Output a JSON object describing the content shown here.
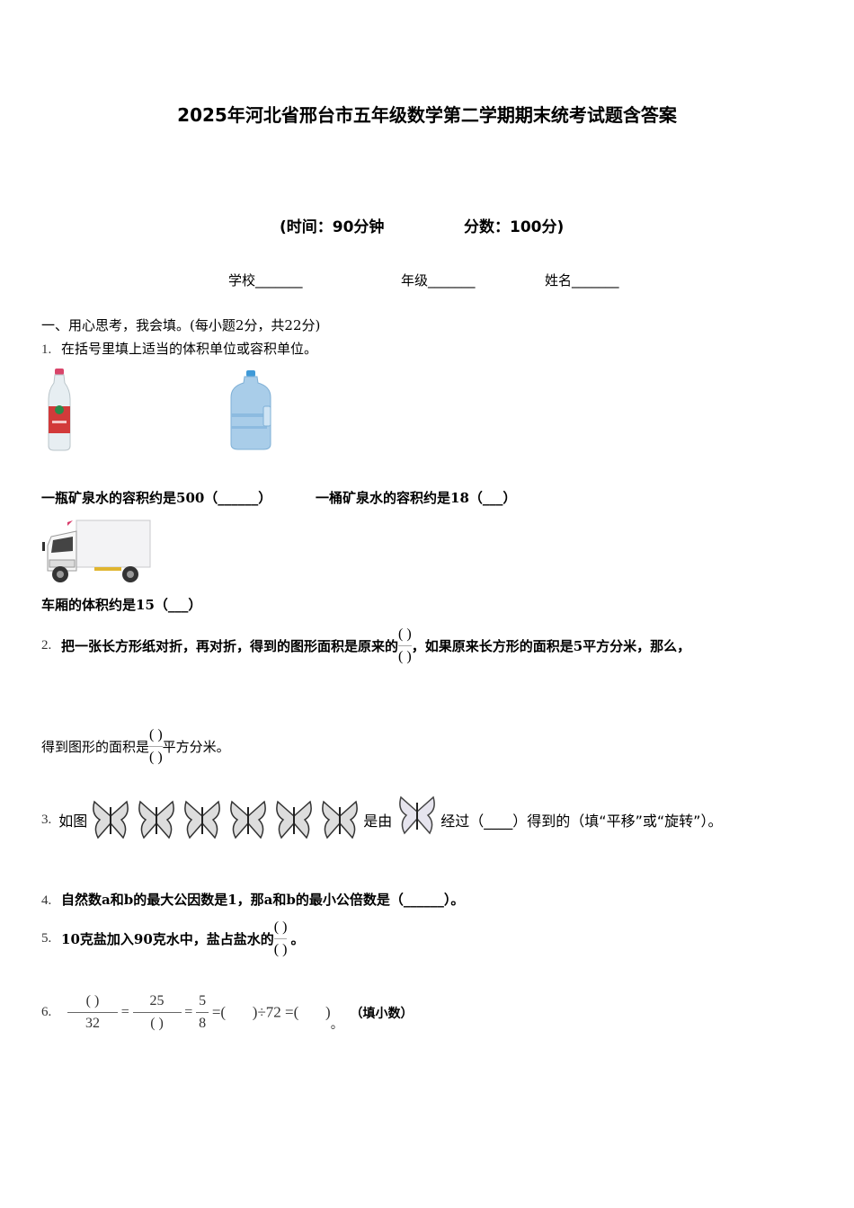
{
  "header": {
    "title": "2025年河北省邢台市五年级数学第二学期期末统考试题含答案",
    "time_label": "(时间：90分钟",
    "score_label": "分数：100分)",
    "fields": [
      {
        "label": "学校",
        "blank": "_______"
      },
      {
        "label": "年级",
        "blank": "_______"
      },
      {
        "label": "姓名",
        "blank": "_______"
      }
    ]
  },
  "section1": {
    "heading": "一、用心思考，我会填。(每小题2分，共22分)"
  },
  "q1": {
    "num": "1.",
    "text": "在括号里填上适当的体积单位或容积单位。",
    "images": [
      "water-bottle",
      "water-jug",
      "truck"
    ],
    "line_a": "一瓶矿泉水的容积约是500（______）",
    "line_b": "一桶矿泉水的容积约是18（___）",
    "line_c": "车厢的体积约是15（___）"
  },
  "q2": {
    "num": "2.",
    "text_a": "把一张长方形纸对折，再对折，得到的图形面积是原来的",
    "frac_top": "(    )",
    "frac_bot": "(    )",
    "text_b": "，如果原来长方形的面积是5平方分米，那么，",
    "text_c": "得到图形的面积是",
    "text_d": "平方分米。"
  },
  "q3": {
    "num": "3.",
    "text_a": "如图",
    "butterfly_count": 6,
    "text_b": "是由",
    "text_c": "经过（____）得到的（填“平移”或“旋转”）。"
  },
  "q4": {
    "num": "4.",
    "text": "自然数a和b的最大公因数是1，那a和b的最小公倍数是（______）。"
  },
  "q5": {
    "num": "5.",
    "text_a": "10克盐加入90克水中，盐占盐水的",
    "frac_top": "( )",
    "frac_bot": "( )",
    "text_b": "。"
  },
  "q6": {
    "num": "6.",
    "f1_top": "(      )",
    "f1_bot": "32",
    "eq1": "=",
    "f2_top": "25",
    "f2_bot": "(      )",
    "eq2": "=",
    "f3_top": "5",
    "f3_bot": "8",
    "tail": "=(       )÷72 =(       )",
    "end": "。",
    "note": "（填小数）"
  }
}
